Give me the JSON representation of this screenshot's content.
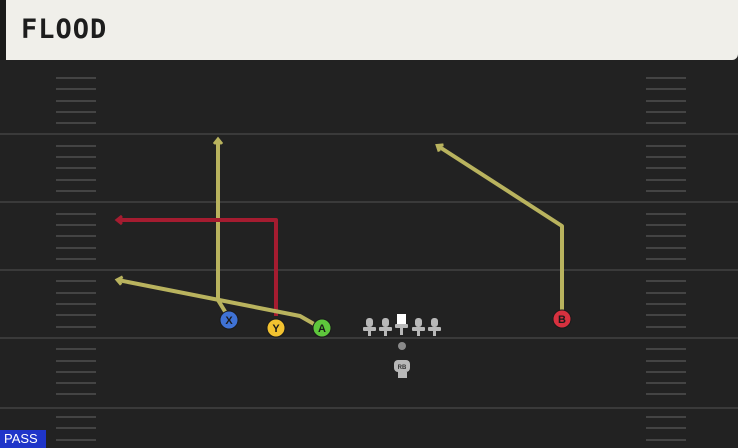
{
  "play": {
    "title": "FLOOD",
    "play_type": "PASS"
  },
  "colors": {
    "field": "#222222",
    "yard_line": "#3a3a3a",
    "hash": "#4a4a4a",
    "route_yellow": "#b9b35e",
    "route_red": "#a51c30",
    "title_bg": "#f0efea",
    "pass_tag": "#1f35c9"
  },
  "players": [
    {
      "label": "X",
      "color": "#3f72d4"
    },
    {
      "label": "Y",
      "color": "#f2c230"
    },
    {
      "label": "A",
      "color": "#5ec63c"
    },
    {
      "label": "B",
      "color": "#d7313f"
    },
    {
      "label": "RB",
      "color": "#b8b8b8"
    }
  ],
  "routes": [
    {
      "player": "X",
      "type": "vertical",
      "color": "yellow"
    },
    {
      "player": "Y",
      "type": "out",
      "color": "red"
    },
    {
      "player": "A",
      "type": "flat",
      "color": "yellow"
    },
    {
      "player": "B",
      "type": "post",
      "color": "yellow"
    }
  ]
}
